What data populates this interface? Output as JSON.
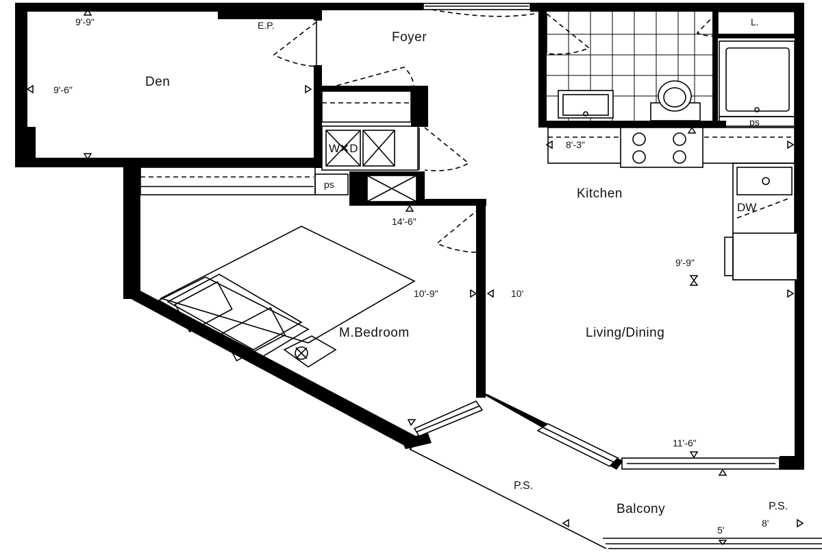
{
  "rooms": {
    "den": "Den",
    "foyer": "Foyer",
    "kitchen": "Kitchen",
    "bedroom": "M.Bedroom",
    "living": "Living/Dining",
    "balcony": "Balcony"
  },
  "dimensions": {
    "den_width": "9'-9\"",
    "den_depth": "9'-6\"",
    "kitchen_width": "8'-3\"",
    "bedroom_width": "14'-6\"",
    "bedroom_depth": "10'-9\"",
    "living_depth": "10'",
    "living_width": "9'-9\"",
    "living_bottom": "11'-6\"",
    "balcony_depth": "5'",
    "balcony_width": "8'"
  },
  "tags": {
    "ep": "E.P.",
    "linen": "L.",
    "ps_bath": "ps",
    "ps_closet": "ps",
    "washer_dryer": "W✕D",
    "dishwasher": "DW",
    "ps_left": "P.S.",
    "ps_right": "P.S."
  }
}
